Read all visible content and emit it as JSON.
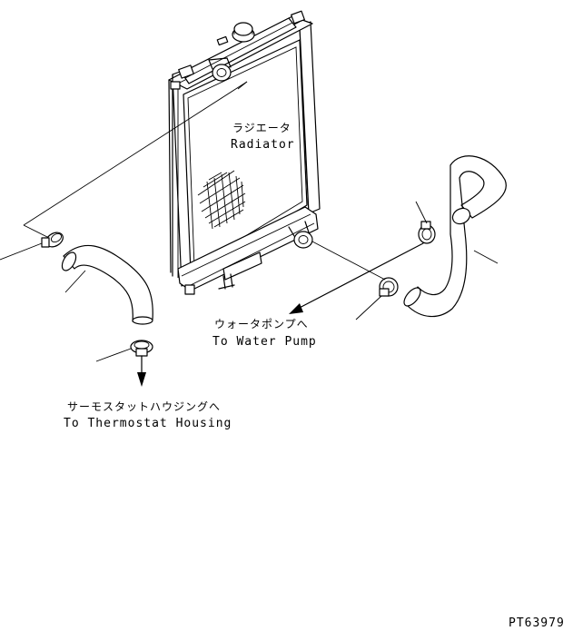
{
  "labels": {
    "radiator_jp": "ラジエータ",
    "radiator_en": "Radiator",
    "water_pump_jp": "ウォータポンプへ",
    "water_pump_en": "To Water Pump",
    "thermostat_jp": "サーモスタットハウジングへ",
    "thermostat_en": "To Thermostat Housing",
    "drawing_number": "PT63979"
  },
  "icons": {
    "radiator": "radiator-icon",
    "upper_hose": "hose-icon",
    "lower_hose": "hose-icon",
    "clamp": "hose-clamp-icon",
    "arrow": "arrow-icon"
  },
  "colors": {
    "line": "#000000",
    "background": "#ffffff"
  }
}
